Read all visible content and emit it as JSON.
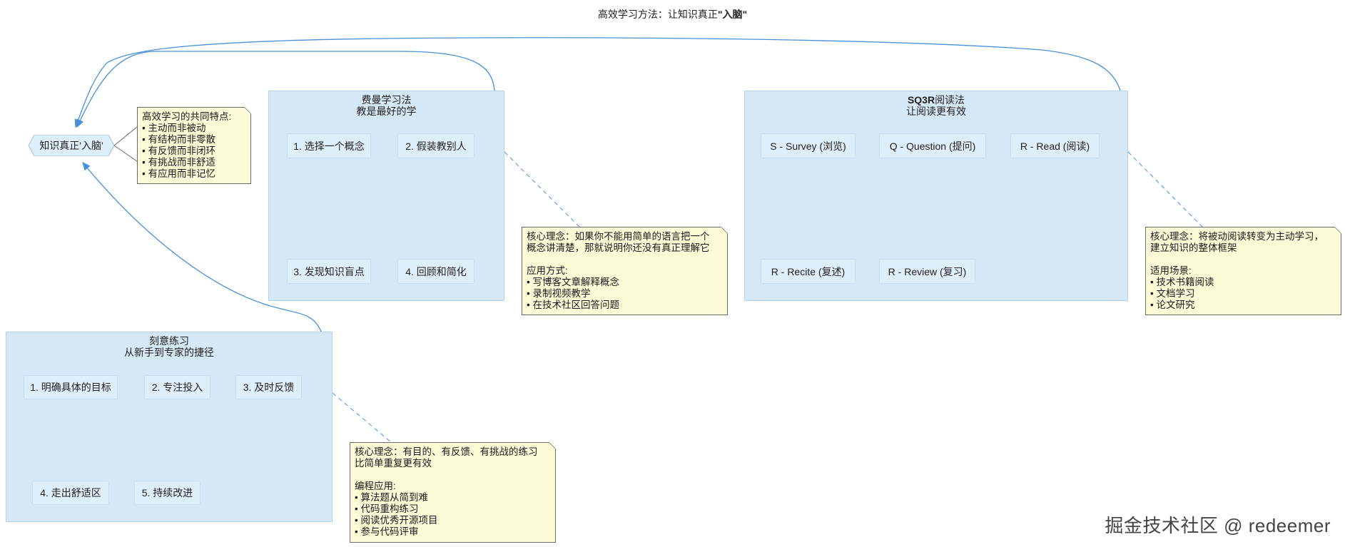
{
  "diagram": {
    "title_prefix": "高效学习方法：让知识真正",
    "title_suffix": "\"入脑\""
  },
  "center_node": {
    "label": "知识真正'入脑'"
  },
  "common_note": {
    "heading": "高效学习的共同特点:",
    "items": [
      "主动而非被动",
      "有结构而非零散",
      "有反馈而非闭环",
      "有挑战而非舒适",
      "有应用而非记忆"
    ]
  },
  "feynman": {
    "title": "费曼学习法",
    "subtitle": "教是最好的学",
    "steps": [
      "1. 选择一个概念",
      "2. 假装教别人",
      "3. 发现知识盲点",
      "4. 回顾和简化"
    ],
    "note": {
      "core_line1": "核心理念：如果你不能用简单的语言把一个",
      "core_line2": "概念讲清楚，那就说明你还没有真正理解它",
      "apply_heading": "应用方式:",
      "items": [
        "写博客文章解释概念",
        "录制视频教学",
        "在技术社区回答问题"
      ]
    }
  },
  "sq3r": {
    "title_bold": "SQ3R",
    "title_rest": "阅读法",
    "subtitle": "让阅读更有效",
    "steps": [
      "S - Survey (浏览)",
      "Q - Question (提问)",
      "R - Read (阅读)",
      "R - Recite (复述)",
      "R - Review (复习)"
    ],
    "note": {
      "core_line1": "核心理念：将被动阅读转变为主动学习，",
      "core_line2": "建立知识的整体框架",
      "apply_heading": "适用场景:",
      "items": [
        "技术书籍阅读",
        "文档学习",
        "论文研究"
      ]
    }
  },
  "deliberate": {
    "title": "刻意练习",
    "subtitle": "从新手到专家的捷径",
    "steps": [
      "1. 明确具体的目标",
      "2. 专注投入",
      "3. 及时反馈",
      "4. 走出舒适区",
      "5. 持续改进"
    ],
    "note": {
      "core_line1": "核心理念：有目的、有反馈、有挑战的练习",
      "core_line2": "比简单重复更有效",
      "apply_heading": "编程应用:",
      "items": [
        "算法题从简到难",
        "代码重构练习",
        "阅读优秀开源项目",
        "参与代码评审"
      ]
    }
  },
  "watermark": "掘金技术社区 @ redeemer",
  "colors": {
    "package_fill": "#d6e8f7",
    "package_border": "#b5d3ee",
    "note_fill": "#fbfbd7",
    "arrow": "#4a90d9"
  }
}
